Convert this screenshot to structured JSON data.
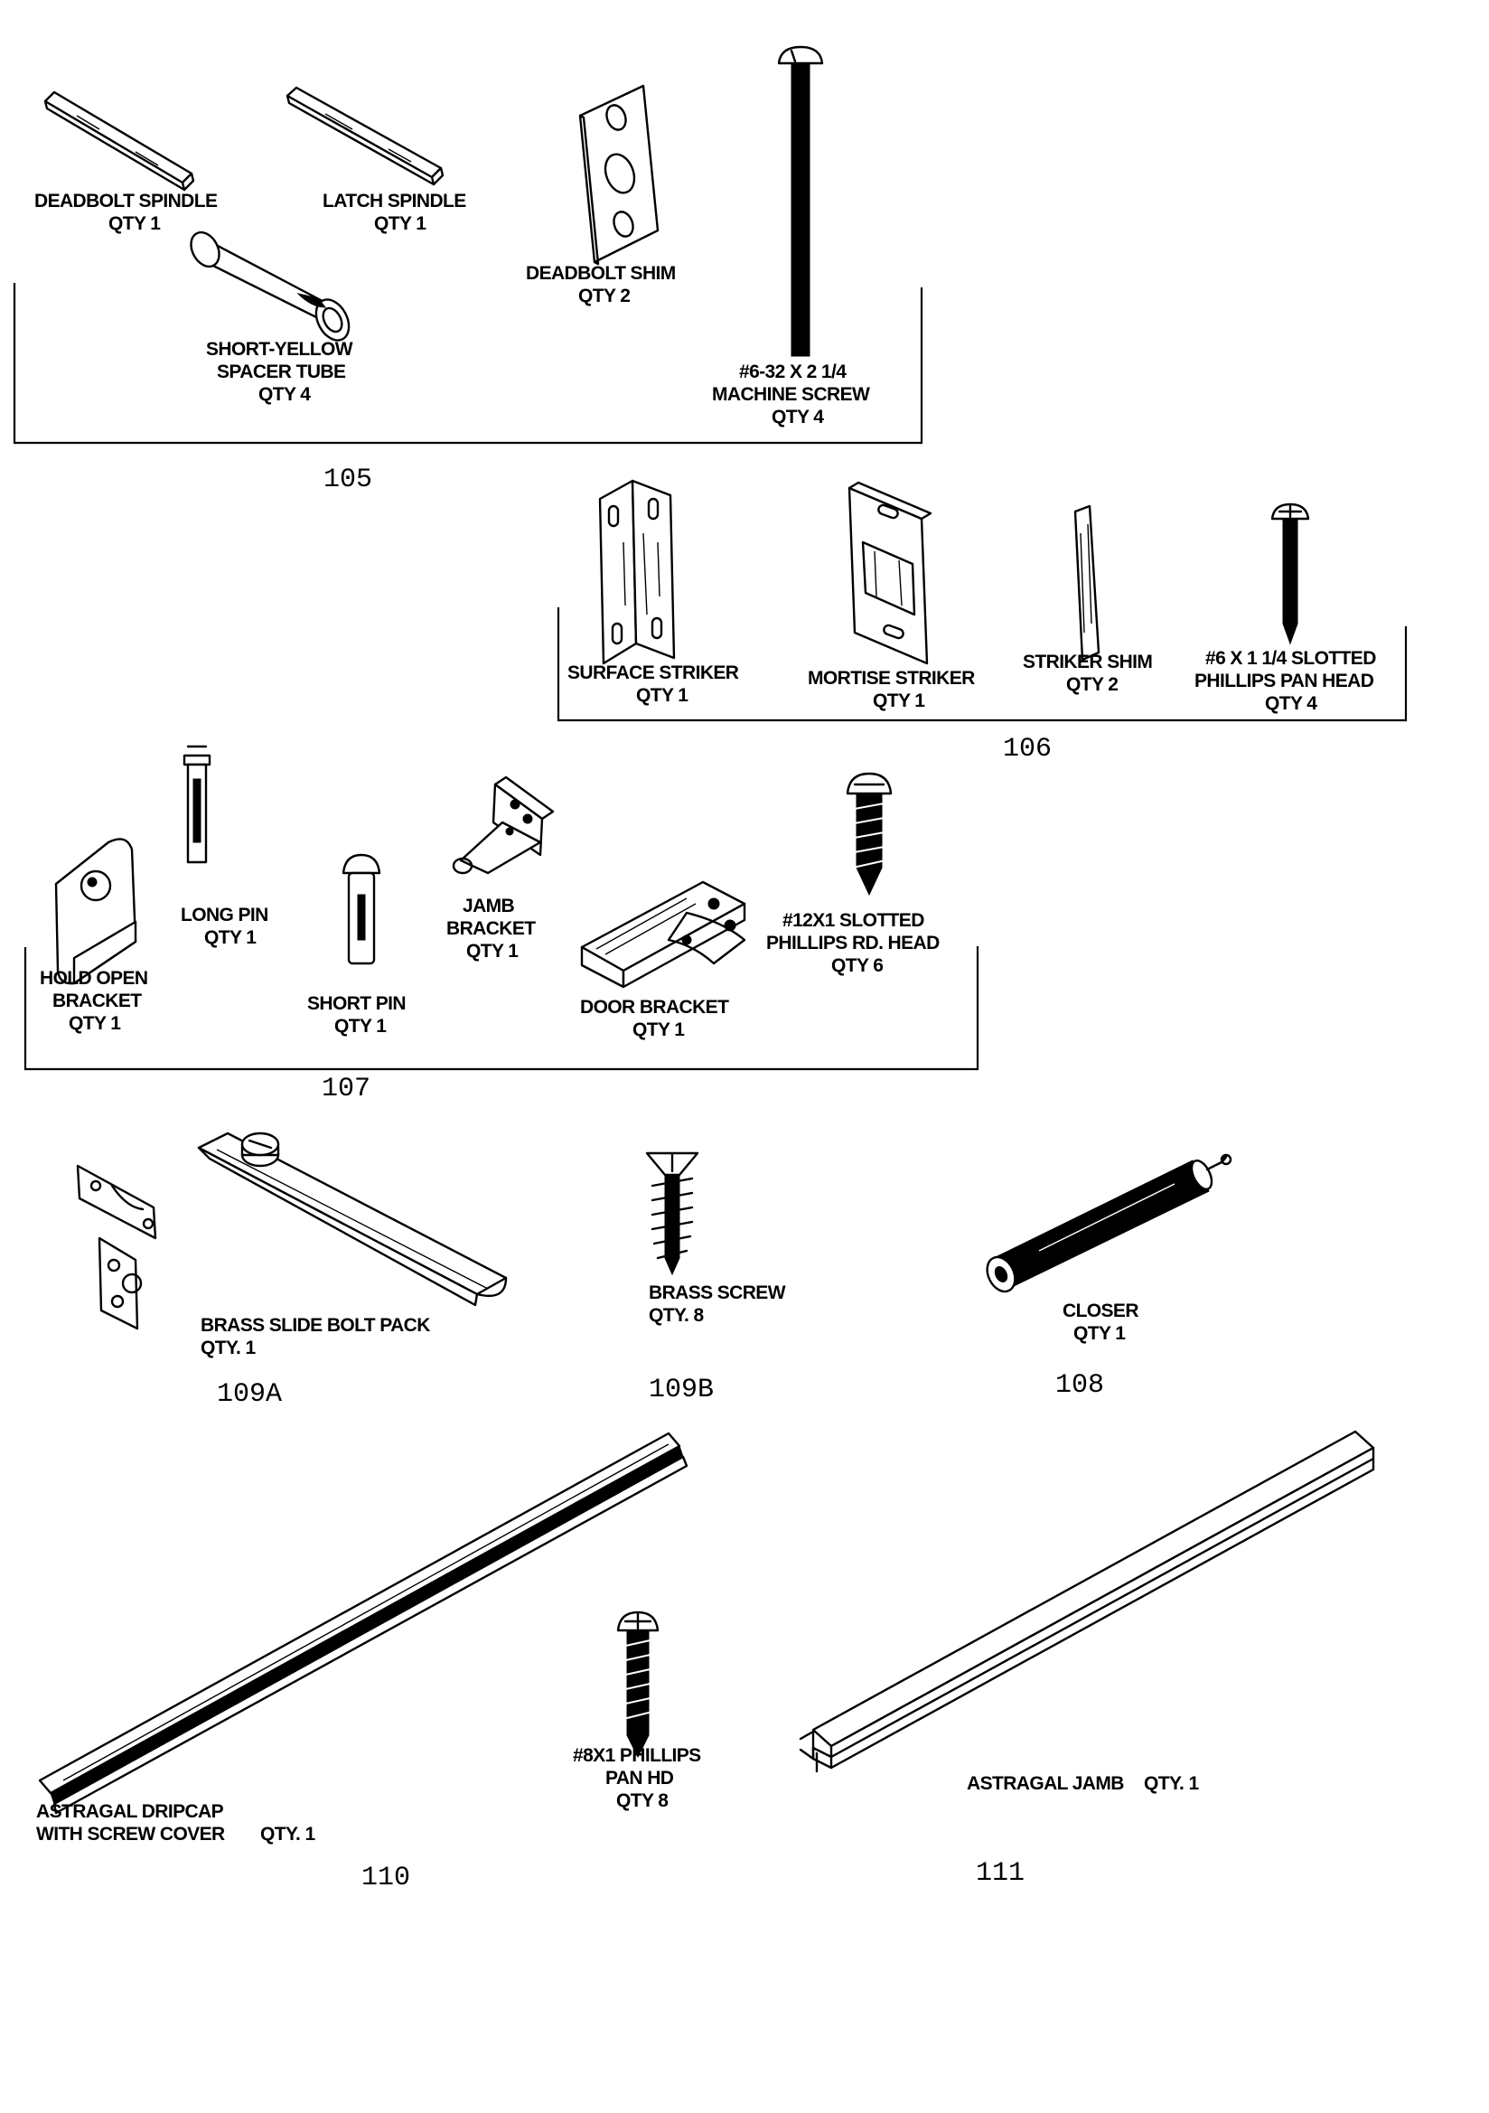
{
  "groups": [
    {
      "number": "105",
      "parts": [
        {
          "name": "DEADBOLT SPINDLE",
          "qty": "QTY 1"
        },
        {
          "name": "LATCH SPINDLE",
          "qty": "QTY 1"
        },
        {
          "name": "SHORT-YELLOW",
          "name2": "SPACER TUBE",
          "qty": "QTY 4"
        },
        {
          "name": "DEADBOLT SHIM",
          "qty": "QTY 2"
        },
        {
          "name": "#6-32 X 2 1/4",
          "name2": "MACHINE SCREW",
          "qty": "QTY 4"
        }
      ]
    },
    {
      "number": "106",
      "parts": [
        {
          "name": "SURFACE STRIKER",
          "qty": "QTY 1"
        },
        {
          "name": "MORTISE STRIKER",
          "qty": "QTY 1"
        },
        {
          "name": "STRIKER SHIM",
          "qty": "QTY 2"
        },
        {
          "name": "#6 X 1 1/4 SLOTTED",
          "name2": "PHILLIPS PAN HEAD",
          "qty": "QTY 4"
        }
      ]
    },
    {
      "number": "107",
      "parts": [
        {
          "name": "HOLD OPEN",
          "name2": "BRACKET",
          "qty": "QTY 1"
        },
        {
          "name": "LONG PIN",
          "qty": "QTY 1"
        },
        {
          "name": "SHORT PIN",
          "qty": "QTY 1"
        },
        {
          "name": "JAMB",
          "name2": "BRACKET",
          "qty": "QTY 1"
        },
        {
          "name": "DOOR BRACKET",
          "qty": "QTY 1"
        },
        {
          "name": "#12X1 SLOTTED",
          "name2": "PHILLIPS RD. HEAD",
          "qty": "QTY 6"
        }
      ]
    },
    {
      "number": "109A",
      "parts": [
        {
          "name": "BRASS SLIDE BOLT PACK",
          "qty": "QTY. 1"
        }
      ]
    },
    {
      "number": "109B",
      "parts": [
        {
          "name": "BRASS SCREW",
          "qty": "QTY. 8"
        }
      ]
    },
    {
      "number": "108",
      "parts": [
        {
          "name": "CLOSER",
          "qty": "QTY 1"
        }
      ]
    },
    {
      "number": "110",
      "parts": [
        {
          "name": "ASTRAGAL DRIPCAP",
          "name2": "WITH SCREW COVER",
          "qty": "QTY. 1"
        },
        {
          "name": "#8X1 PHILLIPS",
          "name2": "PAN HD",
          "qty": "QTY 8"
        }
      ]
    },
    {
      "number": "111",
      "parts": [
        {
          "name": "ASTRAGAL JAMB",
          "qty": "QTY. 1"
        }
      ]
    }
  ]
}
